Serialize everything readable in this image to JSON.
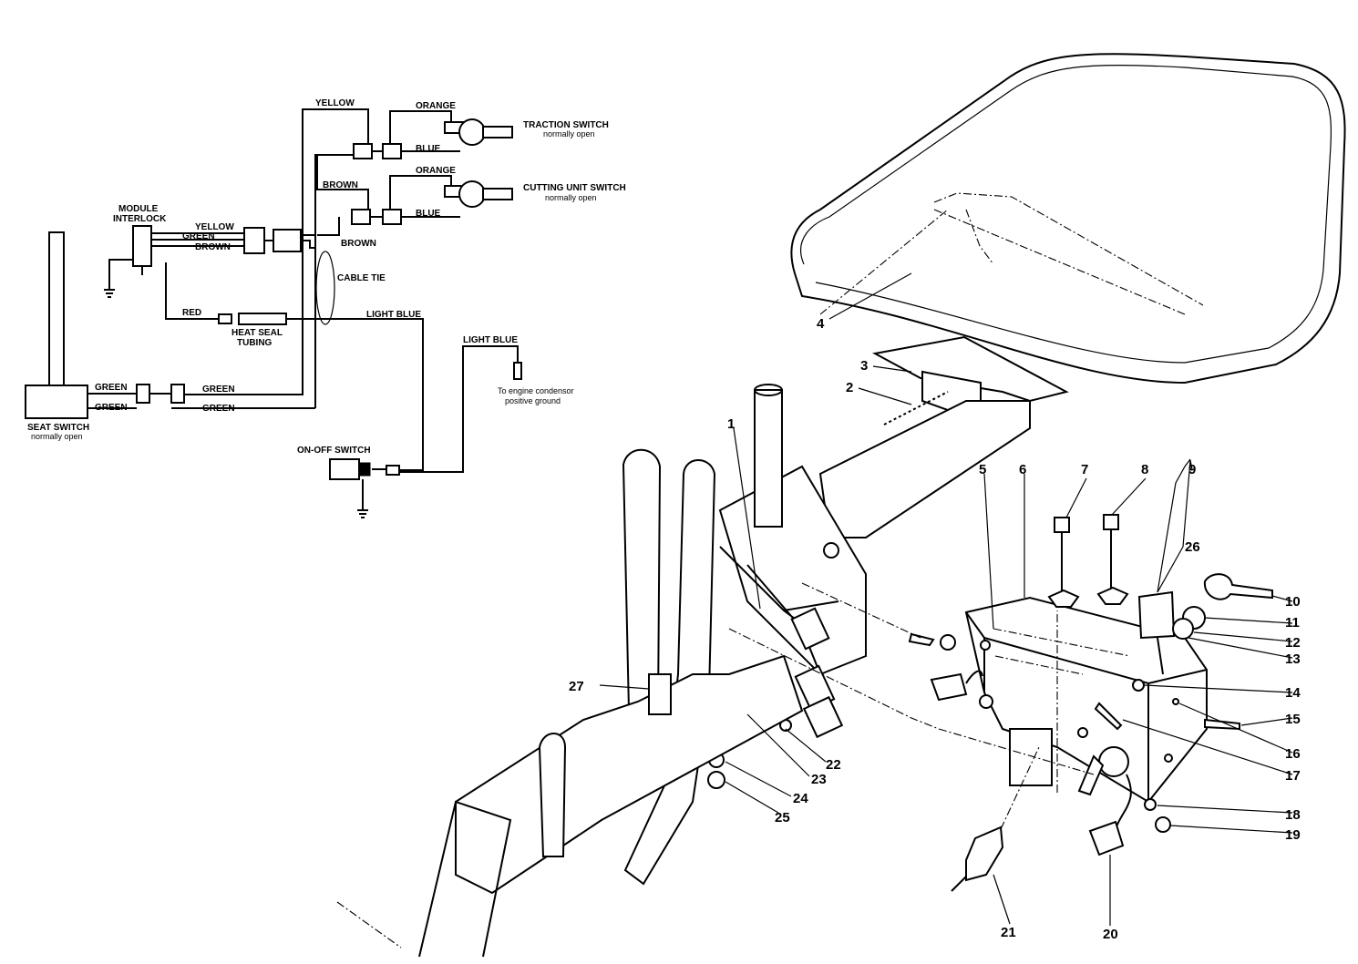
{
  "schematic": {
    "yellow_top": "YELLOW",
    "orange_1": "ORANGE",
    "traction_switch": "TRACTION SWITCH",
    "traction_switch_note": "normally open",
    "blue_1": "BLUE",
    "brown_top": "BROWN",
    "orange_2": "ORANGE",
    "cutting_unit_switch": "CUTTING UNIT SWITCH",
    "cutting_unit_switch_note": "normally open",
    "blue_2": "BLUE",
    "brown_right": "BROWN",
    "module_line1": "MODULE",
    "module_line2": "INTERLOCK",
    "yellow_mod": "YELLOW",
    "green_mod": "GREEN",
    "brown_mod": "BROWN",
    "cable_tie": "CABLE TIE",
    "red": "RED",
    "heat_seal_line1": "HEAT SEAL",
    "heat_seal_line2": "TUBING",
    "light_blue_1": "LIGHT BLUE",
    "light_blue_2": "LIGHT BLUE",
    "engine_note_line1": "To engine condensor",
    "engine_note_line2": "positive ground",
    "green_1": "GREEN",
    "green_2": "GREEN",
    "green_3": "GREEN",
    "green_4": "GREEN",
    "seat_switch": "SEAT SWITCH",
    "seat_switch_note": "normally open",
    "on_off_switch": "ON-OFF SWITCH"
  },
  "callouts": [
    "1",
    "2",
    "3",
    "4",
    "5",
    "6",
    "7",
    "8",
    "9",
    "10",
    "11",
    "12",
    "13",
    "14",
    "15",
    "16",
    "17",
    "18",
    "19",
    "20",
    "21",
    "22",
    "23",
    "24",
    "25",
    "26",
    "27"
  ]
}
